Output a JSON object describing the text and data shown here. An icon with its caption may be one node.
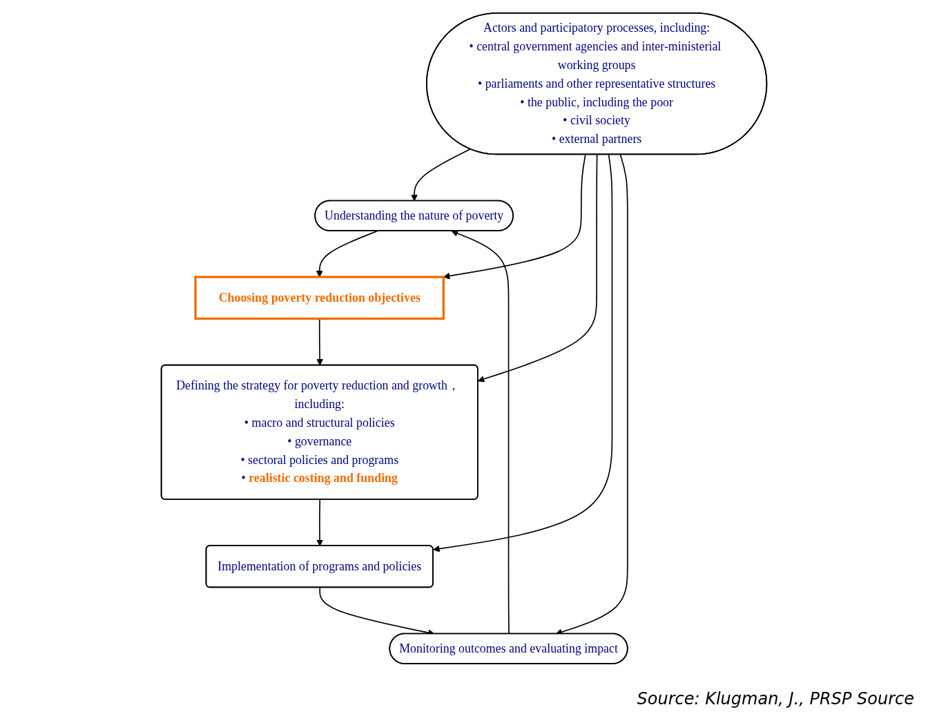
{
  "diagram": {
    "nodes": [
      {
        "text": [
          "Understanding the nature of poverty"
        ]
      },
      {
        "text": [
          "Choosing poverty reduction objectives"
        ]
      },
      {
        "text": [
          "Defining the strategy for poverty reduction and growth， including:",
          "• macro and structural policies",
          "• governance",
          "• sectoral policies and programs",
          "• **realistic costing and funding**"
        ]
      },
      {
        "text": [
          "Implementation of programs and policies"
        ]
      },
      {
        "text": [
          "Monitoring outcomes and evaluating impact"
        ]
      },
      {
        "text": [
          "Actors and participatory processes, including:",
          "• central government agencies and inter-ministerial working groups",
          "• parliaments and other representative structures",
          "• the public, including the poor",
          "• civil society",
          "• external partners"
        ]
      }
    ],
    "edges": [
      {
        "from": 0,
        "to": 1,
        "arrow": "to"
      },
      {
        "from": 1,
        "to": 2,
        "arrow": "to"
      },
      {
        "from": 2,
        "to": 3,
        "arrow": "to"
      },
      {
        "from": 3,
        "to": 4,
        "arrow": "to"
      },
      {
        "from": 4,
        "to": 0,
        "arrow": "to"
      },
      {
        "from": 5,
        "to": 0,
        "arrow": "to"
      },
      {
        "from": 5,
        "to": 1,
        "arrow": "to"
      },
      {
        "from": 5,
        "to": 2,
        "arrow": "to"
      },
      {
        "from": 5,
        "to": 3,
        "arrow": "to"
      },
      {
        "from": 5,
        "to": 4,
        "arrow": "to"
      }
    ],
    "labels": [
      "Source: Klugman, J., PRSP Source"
    ]
  }
}
